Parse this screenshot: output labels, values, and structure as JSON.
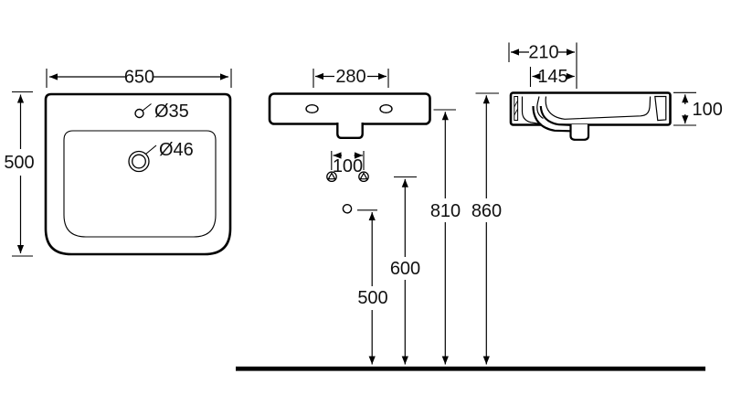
{
  "page": {
    "background": "#ffffff",
    "line_color": "#000000",
    "text_color": "#111111",
    "description": "Washbasin technical dimension drawing, three orthographic views"
  },
  "views": {
    "top_view": {
      "name": "basin top view",
      "width_dim": "650",
      "depth_dim": "500",
      "faucet_hole_dim": "Ø35",
      "waste_hole_dim": "Ø46"
    },
    "front_view": {
      "name": "basin front elevation",
      "faucet_holes_spacing_dim": "280",
      "fixing_holes_spacing_dim": "100",
      "waste_outlet_height_dim": "500",
      "fixing_holes_height_dim": "600",
      "basin_underside_height_dim": "810",
      "rim_height_dim": "860"
    },
    "side_view": {
      "name": "basin side section",
      "depth_dim": "210",
      "waste_offset_dim": "145",
      "edge_thickness_dim": "100"
    }
  }
}
